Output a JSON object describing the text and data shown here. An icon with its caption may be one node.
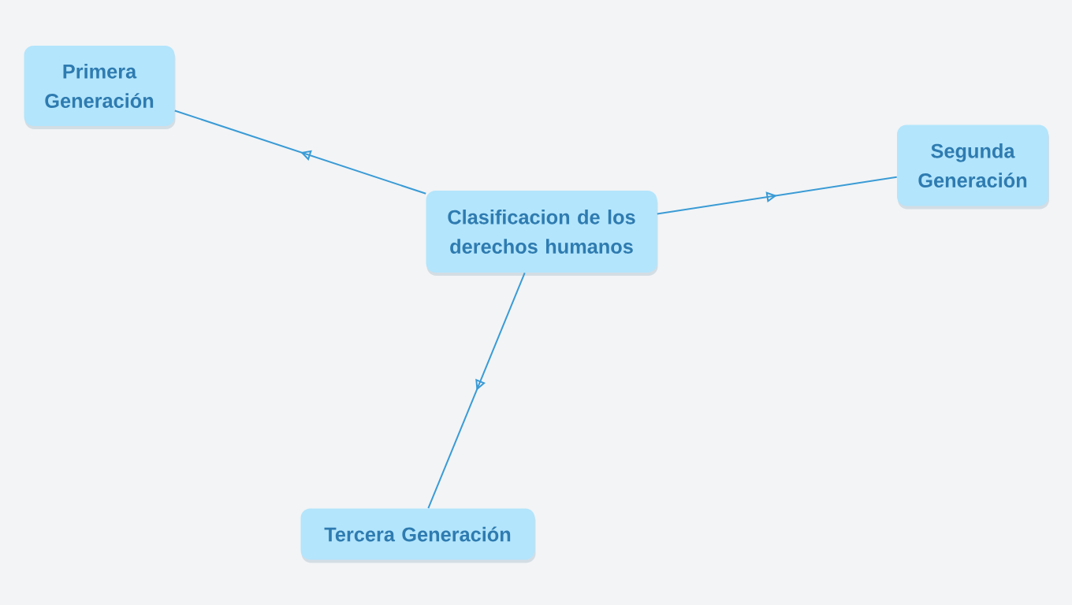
{
  "diagram": {
    "nodes": [
      {
        "text": [
          "Clasificacion de los derechos humanos"
        ]
      },
      {
        "text": [
          "Primera Generación"
        ]
      },
      {
        "text": [
          "Segunda Generación"
        ]
      },
      {
        "text": [
          "Tercera Generación"
        ]
      }
    ],
    "edges": [
      {
        "from": 0,
        "to": 1,
        "arrow": "to"
      },
      {
        "from": 0,
        "to": 2,
        "arrow": "to"
      },
      {
        "from": 0,
        "to": 3,
        "arrow": "to"
      }
    ]
  }
}
